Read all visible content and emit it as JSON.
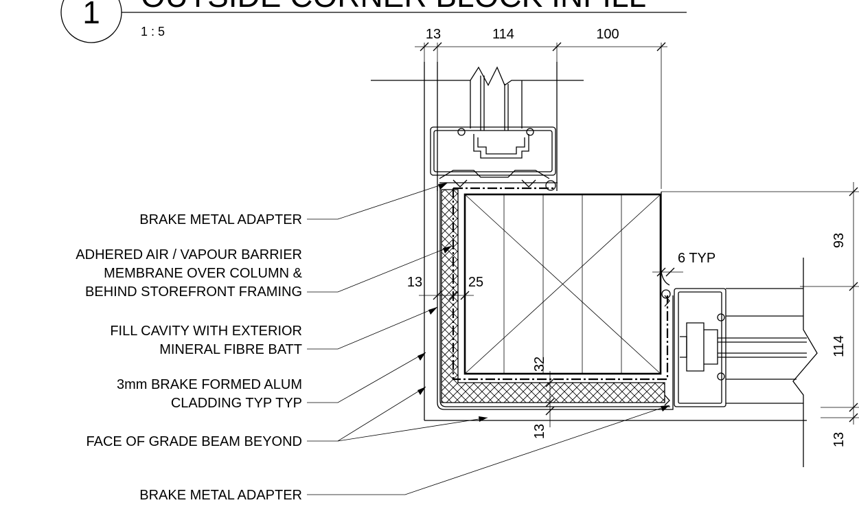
{
  "title": {
    "number": "1",
    "text": "OUTSIDE CORNER BLOCK INFILL",
    "scale": "1 : 5"
  },
  "labels": [
    [
      "BRAKE METAL ADAPTER"
    ],
    [
      "ADHERED AIR / VAPOUR BARRIER",
      "MEMBRANE OVER COLUMN &",
      "BEHIND STOREFRONT FRAMING"
    ],
    [
      "FILL CAVITY WITH EXTERIOR",
      "MINERAL FIBRE BATT"
    ],
    [
      "3mm BRAKE FORMED ALUM",
      "CLADDING TYP TYP"
    ],
    [
      "FACE OF GRADE BEAM BEYOND"
    ],
    [
      "BRAKE METAL ADAPTER"
    ]
  ],
  "dimensions": {
    "top": [
      "13",
      "114",
      "100"
    ],
    "right": [
      "93",
      "114",
      "13"
    ],
    "cavity_left": "13",
    "cavity_right": "25",
    "gap": "6 TYP",
    "bottom_insul": "32",
    "bottom_clad": "13"
  }
}
